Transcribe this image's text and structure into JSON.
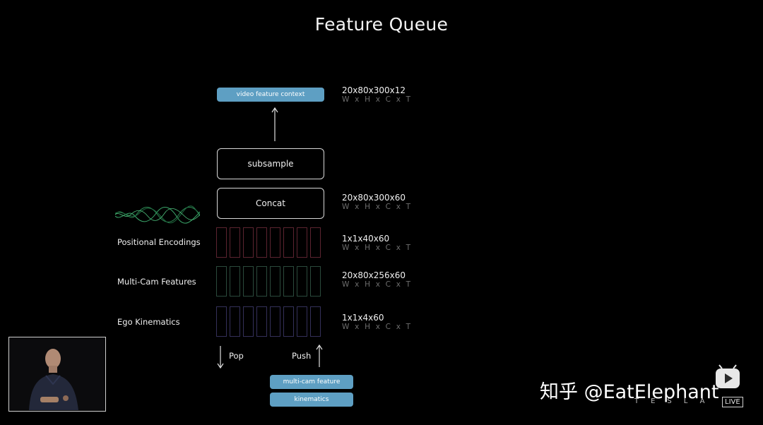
{
  "title": "Feature Queue",
  "nodes": {
    "video_feature_context": "video feature context",
    "subsample": "subsample",
    "concat": "Concat",
    "multi_cam_feature": "multi-cam feature",
    "kinematics": "kinematics"
  },
  "dims": [
    {
      "shape": "20x80x300x12",
      "axes": "W x H x C x T"
    },
    {
      "shape": "20x80x300x60",
      "axes": "W x H x C x T"
    },
    {
      "shape": "1x1x40x60",
      "axes": "W x H x C x T"
    },
    {
      "shape": "20x80x256x60",
      "axes": "W x H x C x T"
    },
    {
      "shape": "1x1x4x60",
      "axes": "W x H x C x T"
    }
  ],
  "rows": {
    "positional_encodings": "Positional Encodings",
    "multi_cam_features": "Multi-Cam Features",
    "ego_kinematics": "Ego Kinematics"
  },
  "ops": {
    "pop": "Pop",
    "push": "Push"
  },
  "watermark": {
    "text": "知乎 @EatElephant",
    "brand": "TESLA",
    "live": "LIVE"
  },
  "colors": {
    "pill": "#5e9fc3",
    "positional_cells": "#5c2430",
    "multi_cam_cells": "#2b4a3c",
    "ego_cells": "#34305a"
  }
}
